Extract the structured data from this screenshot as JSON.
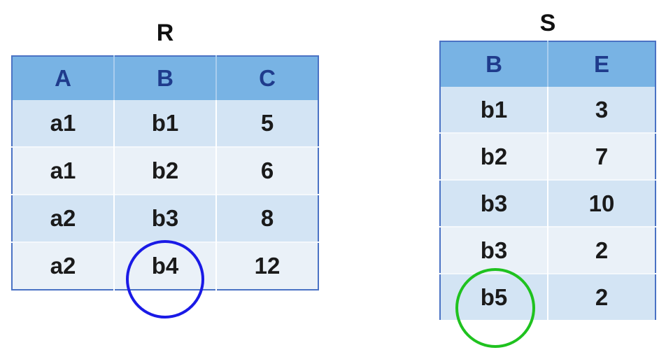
{
  "table_r": {
    "title": "R",
    "headers": [
      "A",
      "B",
      "C"
    ],
    "rows": [
      [
        "a1",
        "b1",
        "5"
      ],
      [
        "a1",
        "b2",
        "6"
      ],
      [
        "a2",
        "b3",
        "8"
      ],
      [
        "a2",
        "b4",
        "12"
      ]
    ]
  },
  "table_s": {
    "title": "S",
    "headers": [
      "B",
      "E"
    ],
    "rows": [
      [
        "b1",
        "3"
      ],
      [
        "b2",
        "7"
      ],
      [
        "b3",
        "10"
      ],
      [
        "b3",
        "2"
      ],
      [
        "b5",
        "2"
      ]
    ]
  },
  "highlights": {
    "r_b4_circle_color": "#1a1ae6",
    "s_b5_circle_color": "#1fc21f"
  },
  "colors": {
    "header_bg": "#78b3e4",
    "header_text": "#1f3b8c",
    "row_dark": "#d3e4f4",
    "row_light": "#eaf1f8",
    "border": "#4a72c4"
  }
}
